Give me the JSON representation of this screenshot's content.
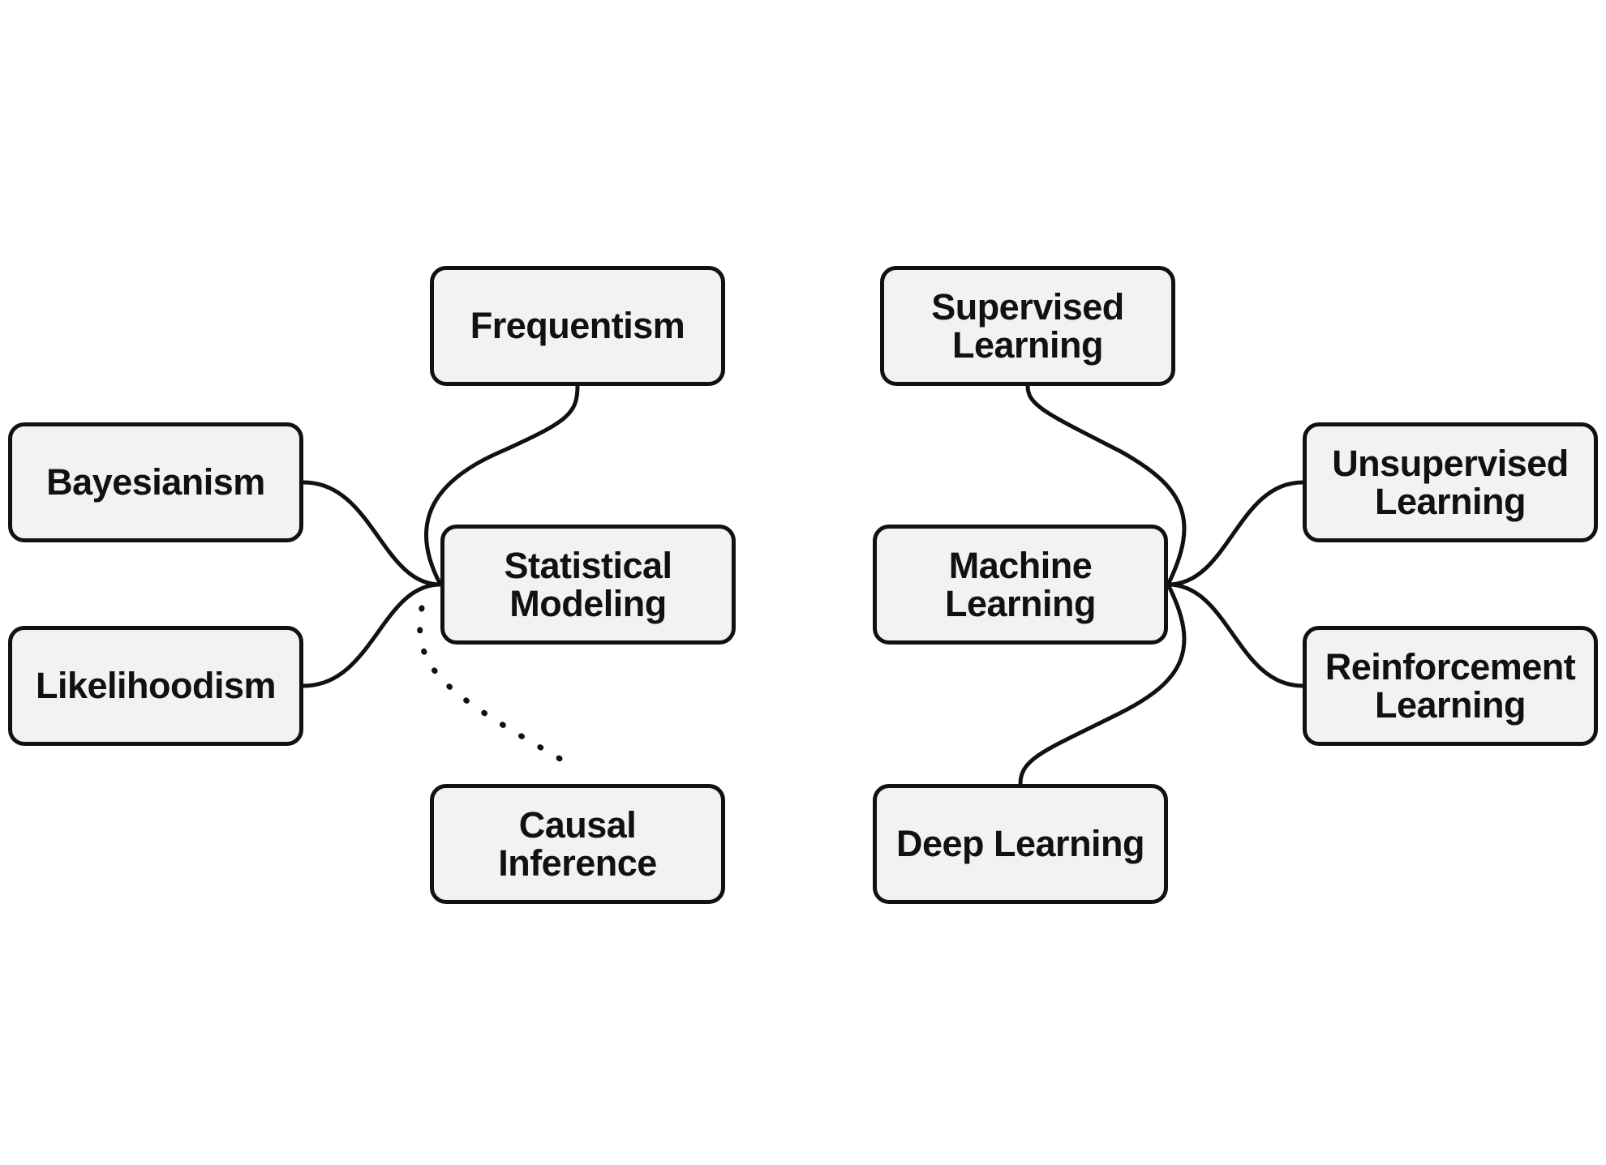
{
  "diagram": {
    "nodes": [
      {
        "id": "frequentism",
        "label": "Frequentism"
      },
      {
        "id": "bayesianism",
        "label": "Bayesianism"
      },
      {
        "id": "likelihoodism",
        "label": "Likelihoodism"
      },
      {
        "id": "statistical",
        "label": "Statistical\nModeling"
      },
      {
        "id": "causal",
        "label": "Causal\nInference"
      },
      {
        "id": "supervised",
        "label": "Supervised\nLearning"
      },
      {
        "id": "machine",
        "label": "Machine\nLearning"
      },
      {
        "id": "unsupervised",
        "label": "Unsupervised\nLearning"
      },
      {
        "id": "reinforcement",
        "label": "Reinforcement\nLearning"
      },
      {
        "id": "deep",
        "label": "Deep Learning"
      }
    ],
    "edges": [
      {
        "from": "statistical",
        "to": "frequentism",
        "style": "solid"
      },
      {
        "from": "statistical",
        "to": "bayesianism",
        "style": "solid"
      },
      {
        "from": "statistical",
        "to": "likelihoodism",
        "style": "solid"
      },
      {
        "from": "statistical",
        "to": "causal",
        "style": "dotted"
      },
      {
        "from": "machine",
        "to": "supervised",
        "style": "solid"
      },
      {
        "from": "machine",
        "to": "unsupervised",
        "style": "solid"
      },
      {
        "from": "machine",
        "to": "reinforcement",
        "style": "solid"
      },
      {
        "from": "machine",
        "to": "deep",
        "style": "solid"
      }
    ],
    "colors": {
      "node_fill": "#f2f2f2",
      "stroke": "#111111",
      "background": "#ffffff"
    }
  }
}
